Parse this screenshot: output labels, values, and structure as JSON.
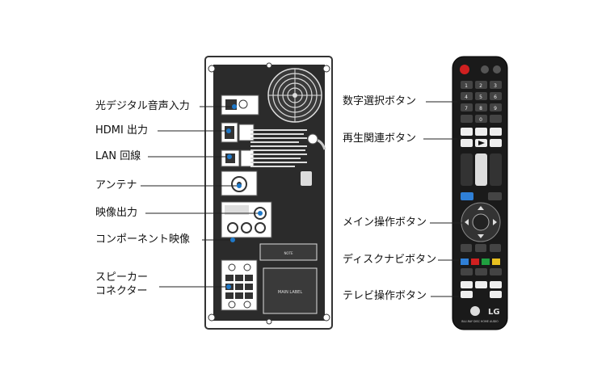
{
  "left_labels": {
    "optical": "光デジタル音声入力",
    "hdmi": "HDMI 出力",
    "lan": "LAN 回線",
    "antenna": "アンテナ",
    "video": "映像出力",
    "component": "コンポーネント映像",
    "speaker_line1": "スピーカー",
    "speaker_line2": "コネクター"
  },
  "right_labels": {
    "numeric": "数字選択ボタン",
    "playback": "再生関連ボタン",
    "main": "メイン操作ボタン",
    "disc_nav": "ディスクナビボタン",
    "tv": "テレビ操作ボタン"
  },
  "device_panel": {
    "main_label": "MAIN LABEL",
    "note": "NOTE"
  },
  "remote": {
    "brand": "LG",
    "model_text": "BLU-RAY DISC HOME AUDIO",
    "numbers": [
      "1",
      "2",
      "3",
      "4",
      "5",
      "6",
      "7",
      "8",
      "9",
      "",
      "0",
      ""
    ]
  }
}
